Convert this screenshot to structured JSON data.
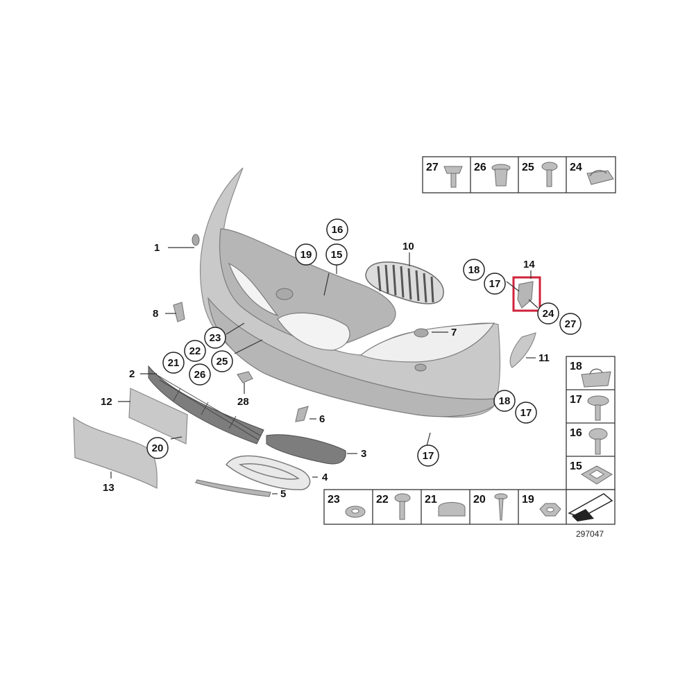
{
  "diagram": {
    "reference_number": "297047",
    "callouts": [
      {
        "id": "c1",
        "label": "1"
      },
      {
        "id": "c2",
        "label": "2"
      },
      {
        "id": "c3",
        "label": "3"
      },
      {
        "id": "c4",
        "label": "4"
      },
      {
        "id": "c5",
        "label": "5"
      },
      {
        "id": "c6",
        "label": "6"
      },
      {
        "id": "c7",
        "label": "7"
      },
      {
        "id": "c8",
        "label": "8"
      },
      {
        "id": "c10",
        "label": "10"
      },
      {
        "id": "c11",
        "label": "11"
      },
      {
        "id": "c12",
        "label": "12"
      },
      {
        "id": "c13",
        "label": "13"
      },
      {
        "id": "c14",
        "label": "14"
      },
      {
        "id": "c28",
        "label": "28"
      }
    ],
    "circled_callouts": [
      {
        "id": "k16",
        "label": "16"
      },
      {
        "id": "k19",
        "label": "19"
      },
      {
        "id": "k15",
        "label": "15"
      },
      {
        "id": "k18a",
        "label": "18"
      },
      {
        "id": "k17a",
        "label": "17"
      },
      {
        "id": "k24",
        "label": "24"
      },
      {
        "id": "k27",
        "label": "27"
      },
      {
        "id": "k23",
        "label": "23"
      },
      {
        "id": "k22",
        "label": "22"
      },
      {
        "id": "k21",
        "label": "21"
      },
      {
        "id": "k25",
        "label": "25"
      },
      {
        "id": "k26",
        "label": "26"
      },
      {
        "id": "k20",
        "label": "20"
      },
      {
        "id": "k18b",
        "label": "18"
      },
      {
        "id": "k17b",
        "label": "17"
      },
      {
        "id": "k17c",
        "label": "17"
      }
    ],
    "hardware_top_row": [
      {
        "label": "27",
        "icon": "flange-bolt-icon"
      },
      {
        "label": "26",
        "icon": "sleeve-nut-icon"
      },
      {
        "label": "25",
        "icon": "torx-screw-icon"
      },
      {
        "label": "24",
        "icon": "clip-nut-icon"
      }
    ],
    "hardware_right_column": [
      {
        "label": "18",
        "icon": "spring-clip-icon"
      },
      {
        "label": "17",
        "icon": "collar-screw-icon"
      },
      {
        "label": "16",
        "icon": "pan-head-screw-icon"
      },
      {
        "label": "15",
        "icon": "square-grommet-icon"
      }
    ],
    "hardware_bottom_row": [
      {
        "label": "23",
        "icon": "washer-icon"
      },
      {
        "label": "22",
        "icon": "oval-head-screw-icon"
      },
      {
        "label": "21",
        "icon": "cap-icon"
      },
      {
        "label": "20",
        "icon": "tapping-screw-icon"
      },
      {
        "label": "19",
        "icon": "hex-nut-icon"
      }
    ],
    "colors": {
      "highlight": "#d0223a",
      "part_fill": "#c9c9c9",
      "line": "#333333"
    }
  }
}
